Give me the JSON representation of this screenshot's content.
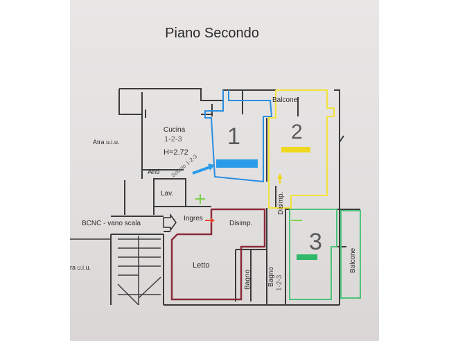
{
  "title": "Piano Secondo",
  "rooms": {
    "balcone_top": "Balcone",
    "cucina": "Cucina",
    "cucina_ref": "1-2-3",
    "cucina_height": "H=2.72",
    "anti": "Anti",
    "lav": "Lav.",
    "disimp_vertical": "Disimp.",
    "disimp": "Disimp.",
    "ingres": "Ingres",
    "letto": "Letto",
    "bagno_small": "Bagno",
    "bagno": "Bagno",
    "bagno_ref": "1-2-3",
    "balcone_right": "Balcone",
    "diagonal_note": "Sottolo 1-2-3"
  },
  "side_labels": {
    "atra_upper": "Atra u.i.u.",
    "atra_lower": "ra u.i.u.",
    "bcnc": "BCNC - vano scala"
  },
  "annotations": {
    "num_1": "1",
    "num_2": "2",
    "num_3": "3"
  },
  "colors": {
    "zone_1": "#2a8de0",
    "zone_2": "#f2e23a",
    "zone_3": "#4fc27a",
    "letto_outline": "#8a2a3a",
    "arrow_red": "#e8492e",
    "arrow_green": "#7bd14a",
    "walls": "#3a3a3a"
  }
}
